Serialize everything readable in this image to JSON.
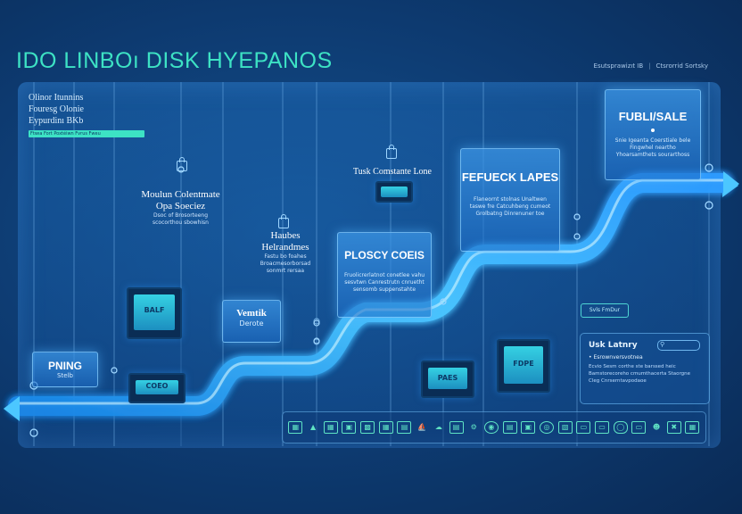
{
  "header": {
    "title": "IDO LINBOı DISK HYEPANOS",
    "top_right_left": "Esutsprawizıt IB",
    "top_right_sep": "|",
    "top_right_right": "Ctsrorrid Sortsky"
  },
  "intro": {
    "line1": "Olinor Itunnins",
    "line2": "Fouresg Olonie",
    "line3": "Eypurdinı BKb",
    "bar": "Ftwıa Fort Poxtéiwn Fvrus Fweu"
  },
  "stages": {
    "pning": {
      "title": "PNING",
      "sub": "Stelb"
    },
    "ventik": {
      "title": "Vemtik",
      "sub": "Derote"
    },
    "ploscy": {
      "title": "PLOSCY COEIS",
      "sub": "Fruolicrerlatnot conetlee vahu sesvtwn Canrestrutn cnruetht sensomb suppenstahte"
    },
    "fefueck": {
      "title": "FEFUECK LAPES",
      "sub": "Flaneornt stolnas Unaltwen taswe fre Catcuhbeng cumeot Grolbatng Dinrenuner toe"
    },
    "fubli": {
      "title": "FUBLI/SALE",
      "sub": "Snie Igeanta Coerstiale bele Fingwhel neartho Yhoarsamthets sourarthoss"
    }
  },
  "labels": {
    "motion": {
      "line1": "Moulun Colentmate",
      "line2": "Opa Soeciez",
      "sub1": "Dsoc of Brosorteeng",
      "sub2": "scocorthou sbowhisn"
    },
    "hauber": {
      "line1": "Haubes",
      "line2": "Helrandmes",
      "sub1": "Fastu bo foahes",
      "sub2": "Broacmesorborsad",
      "sub3": "sonmrt rersaa"
    },
    "tusk": {
      "line1": "Tusk Comstante Lone"
    }
  },
  "monitors": {
    "m1": "BALF",
    "m2": "COEO",
    "m3": "PAES",
    "m4": "FDPE"
  },
  "legend": {
    "tag": "Svls FmDur",
    "title": "Usk Latnry",
    "subtitle": "Esrownversvotnea",
    "text": "Ecvio Sesm corthe ste barssed heic Bamstorecoreho cmumthacerta Staorgne Cleg Cnrserntavpodaoe"
  },
  "icons": [
    "sheet-icon",
    "warning-icon",
    "grid-icon",
    "card-icon",
    "chart-icon",
    "apps-icon",
    "lock-icon",
    "ship-icon",
    "cloud-icon",
    "doc-icon",
    "settings-icon",
    "eye-icon",
    "code-icon",
    "cube-icon",
    "globe-icon",
    "phone-icon",
    "tv-icon",
    "folder-icon",
    "cart-icon",
    "tablet-icon",
    "person-icon",
    "wrench-icon",
    "network-icon"
  ],
  "colors": {
    "accent": "#3de2c4",
    "path": "#49bfff",
    "background": "#0d3a70"
  }
}
